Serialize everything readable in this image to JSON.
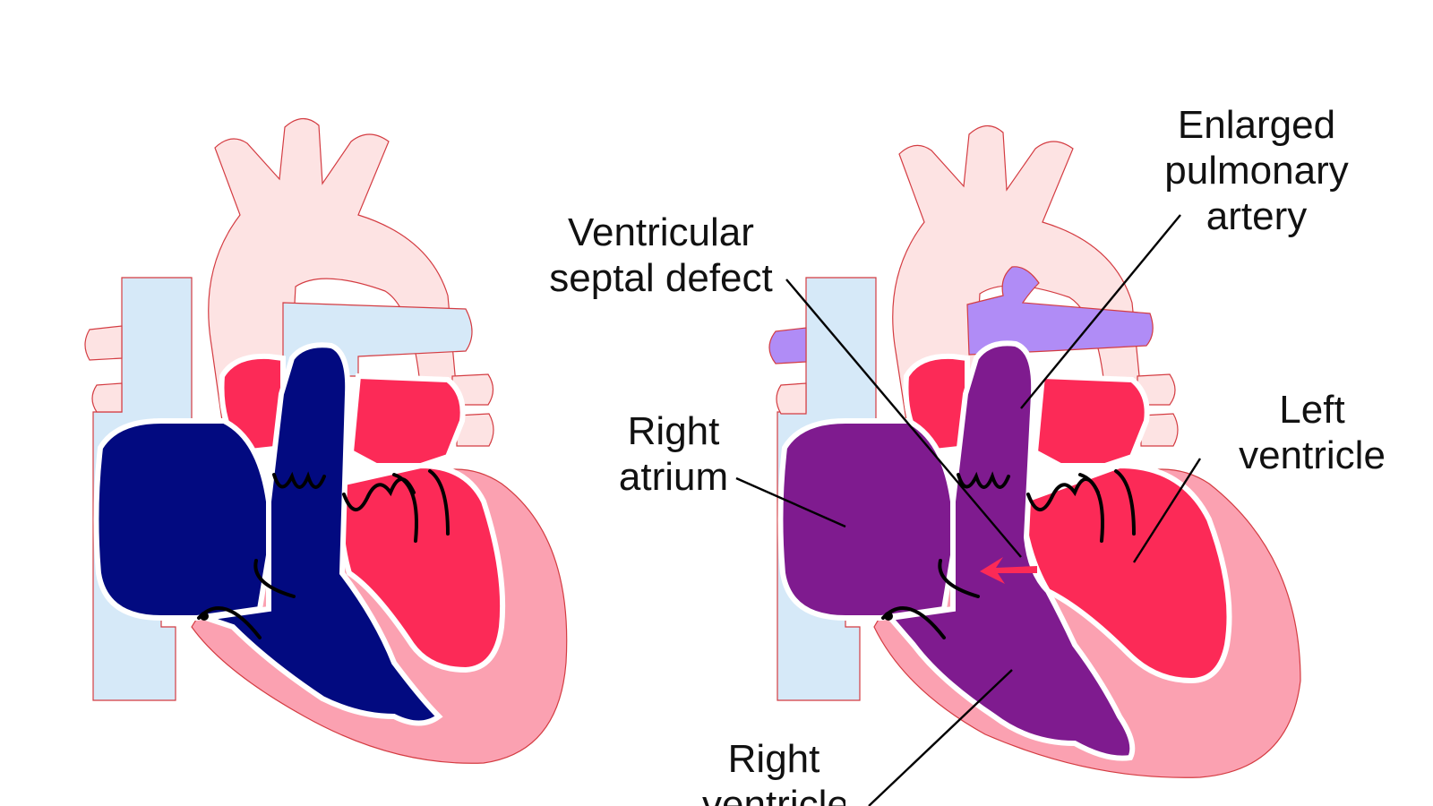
{
  "labels": {
    "enlarged_pulmonary_artery": [
      "Enlarged",
      "pulmonary",
      "artery"
    ],
    "ventricular_septal_defect": [
      "Ventricular",
      "septal defect"
    ],
    "right_atrium": [
      "Right",
      "atrium"
    ],
    "left_ventricle": [
      "Left",
      "ventricle"
    ],
    "right_ventricle": [
      "Right",
      "ventricle"
    ]
  },
  "colors": {
    "aorta": "#fde3e3",
    "vena_cava": "#d6e9f8",
    "deoxygenated": "#020a80",
    "oxygenated": "#fc2a57",
    "mixed": "#7f1b8f",
    "pulmonary_mixed": "#b08cf6",
    "myocardium": "#fba1b1",
    "outline": "#d43c42",
    "valve": "#000000",
    "shunt_arrow": "#fc2a57"
  },
  "icons": {
    "shunt": "arrow-left-icon"
  }
}
